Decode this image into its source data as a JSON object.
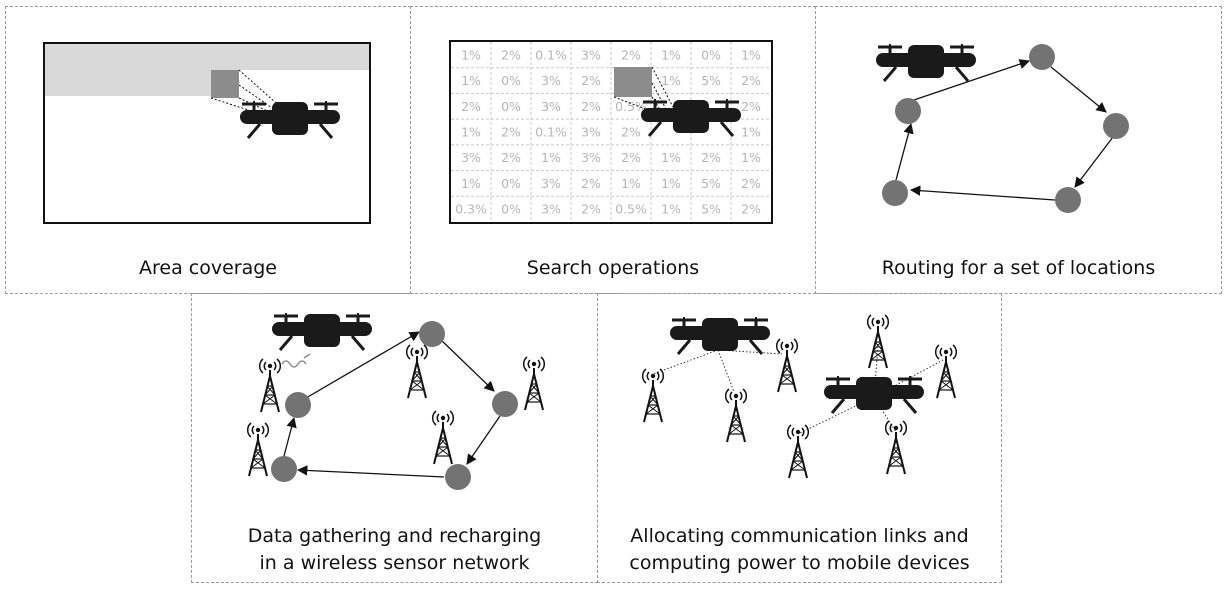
{
  "panels": {
    "area": {
      "caption": "Area coverage"
    },
    "search": {
      "caption": "Search operations",
      "grid": [
        [
          "1%",
          "2%",
          "0.1%",
          "3%",
          "2%",
          "1%",
          "0%",
          "1%"
        ],
        [
          "1%",
          "0%",
          "3%",
          "2%",
          "",
          "1%",
          "5%",
          "2%"
        ],
        [
          "2%",
          "0%",
          "3%",
          "2%",
          "0.5%",
          "",
          "",
          "2%"
        ],
        [
          "1%",
          "2%",
          "0.1%",
          "3%",
          "2%",
          "",
          "",
          "1%"
        ],
        [
          "3%",
          "2%",
          "1%",
          "3%",
          "2%",
          "1%",
          "2%",
          "1%"
        ],
        [
          "1%",
          "0%",
          "3%",
          "2%",
          "1%",
          "1%",
          "5%",
          "2%"
        ],
        [
          "0.3%",
          "0%",
          "3%",
          "2%",
          "0.5%",
          "1%",
          "5%",
          "2%"
        ]
      ]
    },
    "routing": {
      "caption": "Routing for a set of locations"
    },
    "sensor": {
      "caption_line1": "Data gathering and recharging",
      "caption_line2": "in a wireless sensor network"
    },
    "allocating": {
      "caption_line1": "Allocating communication links and",
      "caption_line2": "computing power to mobile devices"
    }
  },
  "colors": {
    "drone": "#1a1a1a",
    "node": "#737373",
    "shade": "#d9d9d9",
    "highlight": "#8c8c8c",
    "grid_text": "#b5b5b5",
    "border": "#9a9a9a"
  }
}
